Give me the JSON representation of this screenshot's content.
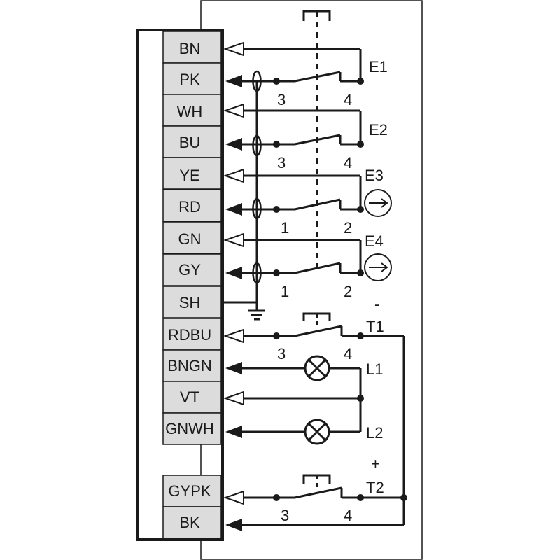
{
  "connector": {
    "pins": [
      {
        "label": "BN"
      },
      {
        "label": "PK"
      },
      {
        "label": "WH"
      },
      {
        "label": "BU"
      },
      {
        "label": "YE"
      },
      {
        "label": "RD"
      },
      {
        "label": "GN"
      },
      {
        "label": "GY"
      },
      {
        "label": "SH"
      },
      {
        "label": "RDBU"
      },
      {
        "label": "BNGN"
      },
      {
        "label": "VT"
      },
      {
        "label": "GNWH"
      },
      {
        "label": "GYPK"
      },
      {
        "label": "BK"
      }
    ]
  },
  "contacts": {
    "e1": {
      "name": "E1",
      "left": "3",
      "right": "4"
    },
    "e2": {
      "name": "E2",
      "left": "3",
      "right": "4"
    },
    "e3": {
      "name": "E3",
      "left": "1",
      "right": "2"
    },
    "e4": {
      "name": "E4",
      "left": "1",
      "right": "2"
    },
    "t1": {
      "name": "T1",
      "left": "3",
      "right": "4",
      "polarity": "-"
    },
    "t2": {
      "name": "T2",
      "left": "3",
      "right": "4",
      "polarity": "+"
    }
  },
  "lamps": {
    "l1": {
      "name": "L1"
    },
    "l2": {
      "name": "L2"
    }
  }
}
